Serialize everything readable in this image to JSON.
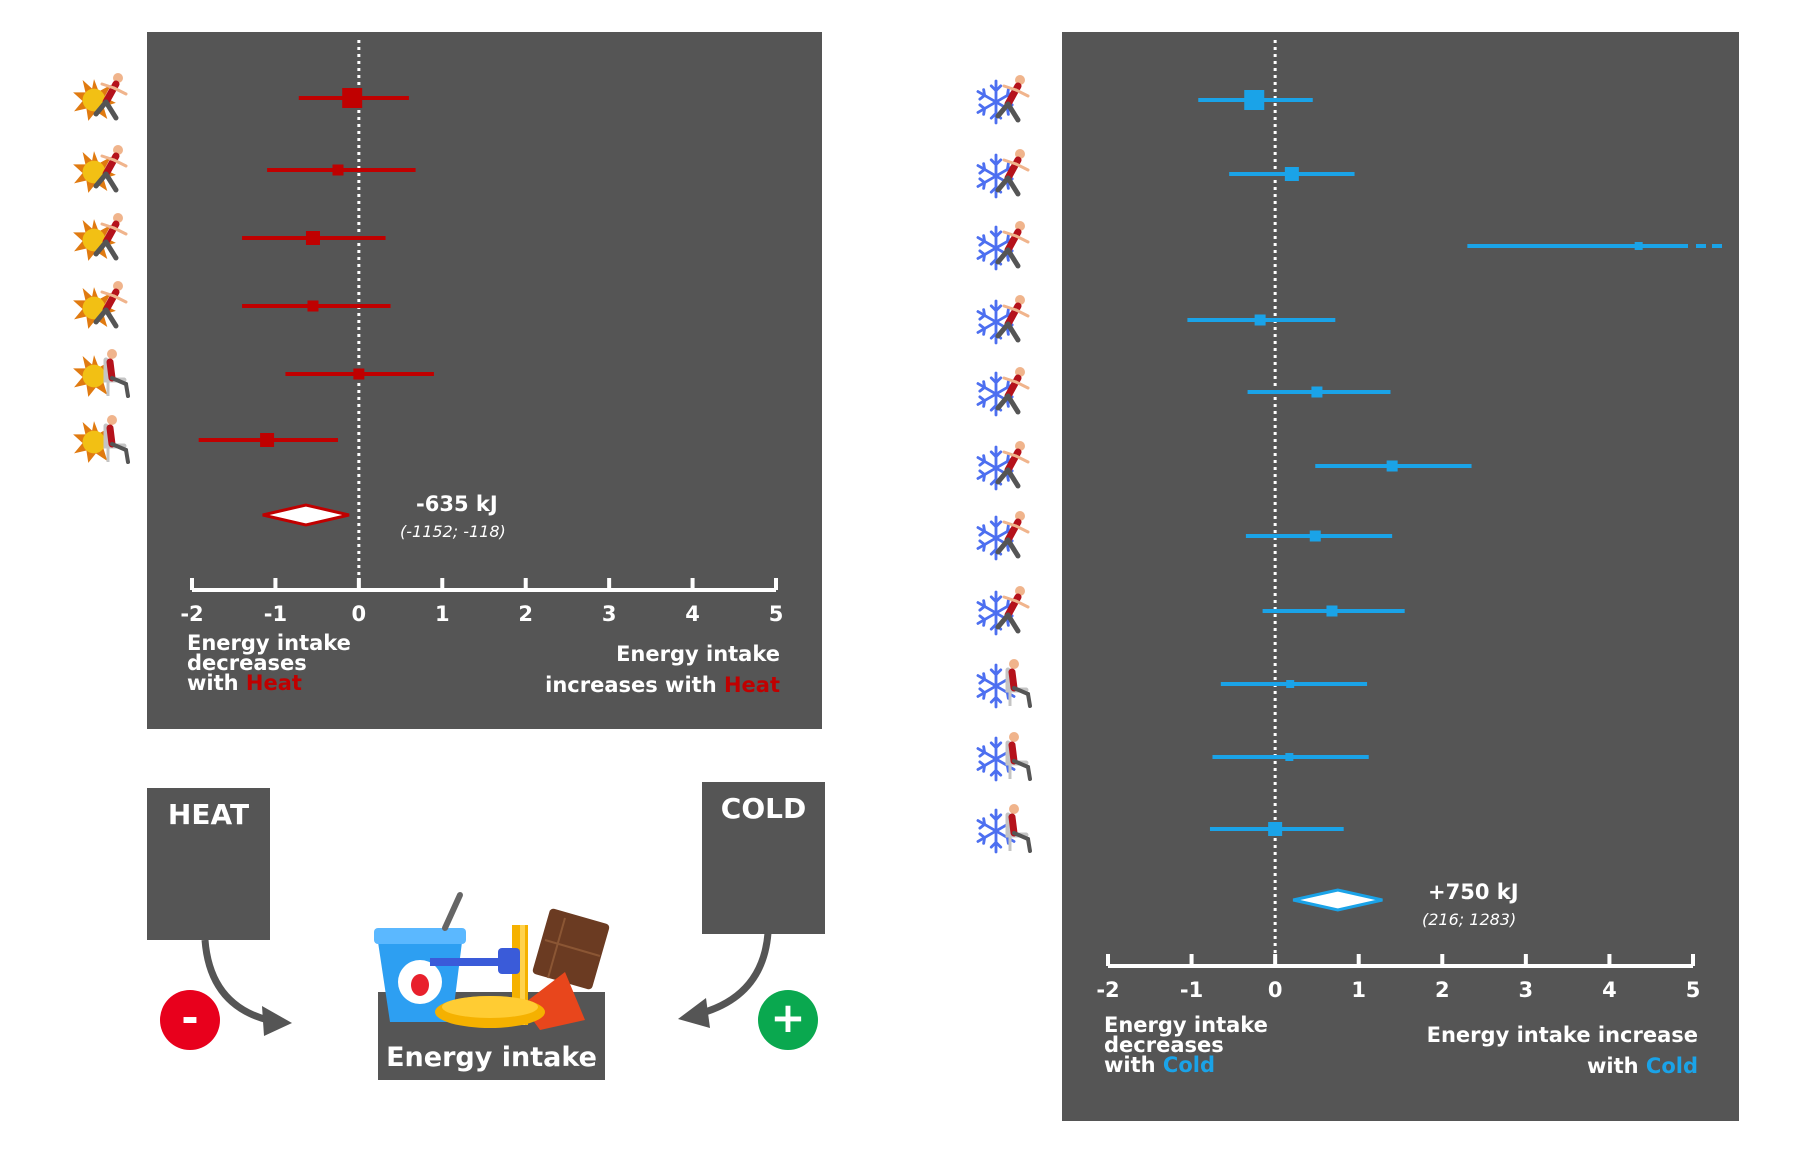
{
  "colors": {
    "panel": "#555555",
    "heat": "#c00000",
    "cold": "#1aa3e8",
    "minus": "#e8001c",
    "plus": "#0aa84f",
    "arrow": "#555555"
  },
  "chart_data": [
    {
      "type": "forest",
      "xlim": [
        -2,
        5
      ],
      "ticks": [
        "-2",
        "-1",
        "0",
        "1",
        "2",
        "3",
        "4",
        "5"
      ],
      "grid": false,
      "icons": [
        "sun-walker-icon",
        "sun-walker-icon",
        "sun-walker-icon",
        "sun-walker-icon",
        "sun-seated-icon",
        "sun-seated-icon"
      ],
      "studies": [
        {
          "est": -0.08,
          "lo": -0.72,
          "hi": 0.6,
          "weight": "large"
        },
        {
          "est": -0.25,
          "lo": -1.1,
          "hi": 0.68,
          "weight": "small"
        },
        {
          "est": -0.55,
          "lo": -1.4,
          "hi": 0.32,
          "weight": "medium"
        },
        {
          "est": -0.55,
          "lo": -1.4,
          "hi": 0.38,
          "weight": "small"
        },
        {
          "est": 0.0,
          "lo": -0.88,
          "hi": 0.9,
          "weight": "small"
        },
        {
          "est": -1.1,
          "lo": -1.92,
          "hi": -0.25,
          "weight": "medium"
        }
      ],
      "pooled": {
        "est": -0.635,
        "lo": -1.152,
        "hi": -0.118
      },
      "pooled_label": "-635 kJ",
      "pooled_ci": "(-1152; -118)",
      "left_note": [
        "Energy intake",
        "decreases",
        "with "
      ],
      "left_note_hot": "Heat",
      "right_note": [
        "Energy intake",
        "increases with "
      ],
      "right_note_hot": "Heat"
    },
    {
      "type": "forest",
      "xlim": [
        -2,
        5
      ],
      "ticks": [
        "-2",
        "-1",
        "0",
        "1",
        "2",
        "3",
        "4",
        "5"
      ],
      "grid": false,
      "icons": [
        "snow-walker-icon",
        "snow-walker-icon",
        "snow-walker-icon",
        "snow-walker-icon",
        "snow-walker-icon",
        "snow-walker-icon",
        "snow-walker-icon",
        "snow-walker-icon",
        "snow-seated-icon",
        "snow-seated-icon",
        "snow-seated-icon"
      ],
      "studies": [
        {
          "est": -0.25,
          "lo": -0.92,
          "hi": 0.45,
          "weight": "large"
        },
        {
          "est": 0.2,
          "lo": -0.55,
          "hi": 0.95,
          "weight": "medium"
        },
        {
          "est": 4.35,
          "lo": 2.3,
          "hi": 6.8,
          "weight": "tiny",
          "truncated": true
        },
        {
          "est": -0.18,
          "lo": -1.05,
          "hi": 0.72,
          "weight": "small"
        },
        {
          "est": 0.5,
          "lo": -0.33,
          "hi": 1.38,
          "weight": "small"
        },
        {
          "est": 1.4,
          "lo": 0.48,
          "hi": 2.35,
          "weight": "small"
        },
        {
          "est": 0.48,
          "lo": -0.35,
          "hi": 1.4,
          "weight": "small"
        },
        {
          "est": 0.68,
          "lo": -0.15,
          "hi": 1.55,
          "weight": "small"
        },
        {
          "est": 0.18,
          "lo": -0.65,
          "hi": 1.1,
          "weight": "tiny"
        },
        {
          "est": 0.17,
          "lo": -0.75,
          "hi": 1.12,
          "weight": "tiny"
        },
        {
          "est": 0.0,
          "lo": -0.78,
          "hi": 0.82,
          "weight": "medium"
        }
      ],
      "pooled": {
        "est": 0.75,
        "lo": 0.216,
        "hi": 1.283
      },
      "pooled_label": "+750 kJ",
      "pooled_ci": "(216; 1283)",
      "left_note": [
        "Energy intake",
        "decreases",
        "with "
      ],
      "left_note_hot": "Cold",
      "right_note": [
        "Energy intake increase",
        "with "
      ],
      "right_note_hot": "Cold"
    }
  ],
  "legend": {
    "heat_label": "HEAT",
    "cold_label": "COLD",
    "intake_label": "Energy intake",
    "minus": "-",
    "plus": "+"
  }
}
